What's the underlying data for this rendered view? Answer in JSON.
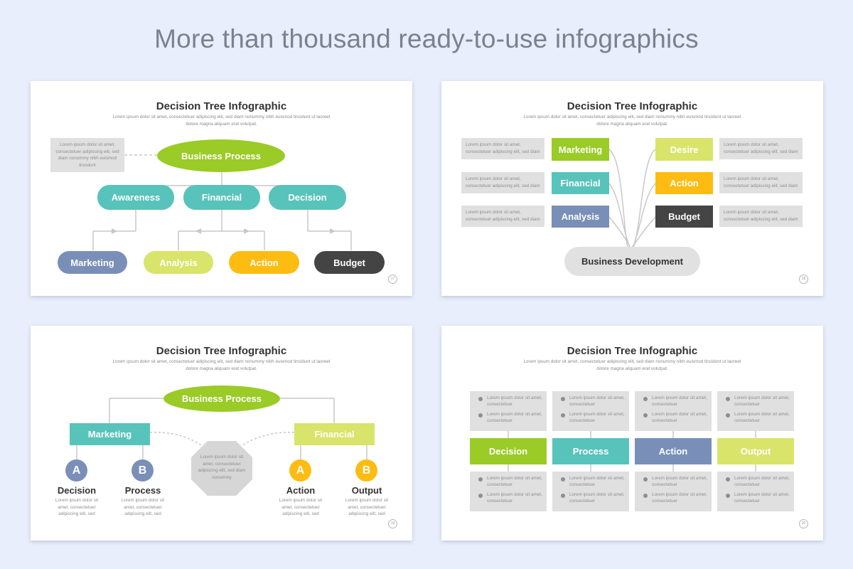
{
  "headline": "More than thousand ready-to-use infographics",
  "colors": {
    "green": "#9acb26",
    "teal": "#58c3bb",
    "slate": "#7a8fb8",
    "lime": "#d9e46a",
    "amber": "#fdbc11",
    "dark": "#444444",
    "gray_box": "#e0e0e0",
    "gray_pill": "#e1e1e1",
    "octagon": "#d6d6d6",
    "background": "#e8eefb"
  },
  "slides": [
    {
      "title": "Decision Tree Infographic",
      "subtitle": "Lorem ipsum dolor sit amet, consectetuer adipiscing elit, sed diam nonummy nibh euismod tincidunt ut laoreet dolore magna aliquam erat volutpat.",
      "number": "17",
      "note": "Lorem ipsum dolor sit amet, consectetuer adipiscing elit, sed diam nonummy nibh euismod tincidunt",
      "root": "Business Process",
      "level1": [
        "Awareness",
        "Financial",
        "Decision"
      ],
      "level2": [
        "Marketing",
        "Analysis",
        "Action",
        "Budget"
      ]
    },
    {
      "title": "Decision Tree Infographic",
      "subtitle": "Lorem ipsum dolor sit amet, consectetuer adipiscing elit, sed diam nonummy nibh euismod tincidunt ut laoreet dolore magna aliquam erat volutpat.",
      "number": "18",
      "left_nodes": [
        "Marketing",
        "Financial",
        "Analysis"
      ],
      "right_nodes": [
        "Desire",
        "Action",
        "Budget"
      ],
      "box_text": "Lorem ipsum dolor sit amet, consectetuer adipiscing elit, sed diam",
      "root": "Business Development"
    },
    {
      "title": "Decision Tree Infographic",
      "subtitle": "Lorem ipsum dolor sit amet, consectetuer adipiscing elit, sed diam nonummy nibh euismod tincidunt ut laoreet dolore magna aliquam erat volutpat.",
      "number": "19",
      "root": "Business Process",
      "left": "Marketing",
      "right": "Financial",
      "center_text": "Lorem ipsum dolor sit amet, consectetuer adipiscing elit, sed diam nonummy",
      "letters": [
        "A",
        "B",
        "A",
        "B"
      ],
      "leaves": [
        "Decision",
        "Process",
        "Action",
        "Output"
      ],
      "leaf_text": "Lorem ipsum dolor sit amet, consectetuer adipiscing elit, sed"
    },
    {
      "title": "Decision Tree Infographic",
      "subtitle": "Lorem ipsum dolor sit amet, consectetuer adipiscing elit, sed diam nonummy nibh euismod tincidunt ut laoreet dolore magna aliquam erat volutpat.",
      "number": "20",
      "columns": [
        "Decision",
        "Process",
        "Action",
        "Output"
      ],
      "bullet_text": "Lorem ipsum dolor sit amet, consectetuer"
    }
  ]
}
